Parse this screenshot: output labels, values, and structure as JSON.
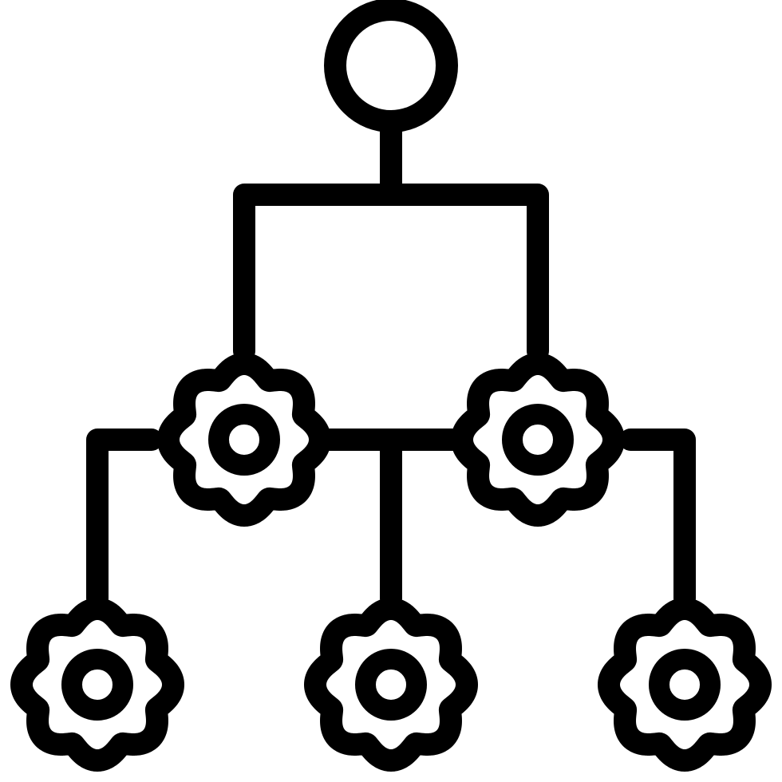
{
  "diagram": {
    "icon_name": "hierarchy-gears-icon",
    "style": "outline",
    "colors": {
      "stroke": "#000000",
      "background": "#ffffff"
    },
    "nodes": [
      {
        "id": "root",
        "kind": "circle",
        "icon": "circle-icon"
      },
      {
        "id": "gear-mid-left",
        "kind": "gear",
        "icon": "gear-icon"
      },
      {
        "id": "gear-mid-right",
        "kind": "gear",
        "icon": "gear-icon"
      },
      {
        "id": "gear-bottom-left",
        "kind": "gear",
        "icon": "gear-icon"
      },
      {
        "id": "gear-bottom-center",
        "kind": "gear",
        "icon": "gear-icon"
      },
      {
        "id": "gear-bottom-right",
        "kind": "gear",
        "icon": "gear-icon"
      }
    ],
    "edges": [
      [
        "root",
        "gear-mid-left"
      ],
      [
        "root",
        "gear-mid-right"
      ],
      [
        "gear-mid-left",
        "gear-bottom-left"
      ],
      [
        "gear-mid-left",
        "gear-bottom-center"
      ],
      [
        "gear-mid-right",
        "gear-bottom-center"
      ],
      [
        "gear-mid-right",
        "gear-bottom-right"
      ]
    ]
  }
}
